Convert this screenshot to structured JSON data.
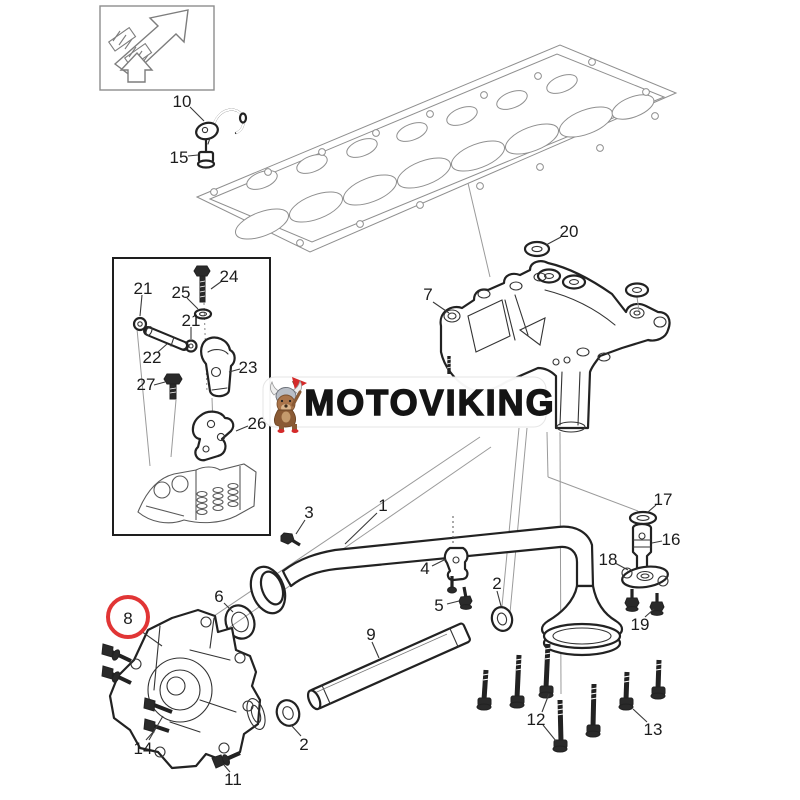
{
  "diagram": {
    "watermark_text": "MOTOVIKING",
    "highlighted_part": "8",
    "callouts": {
      "c1": "1",
      "c2": "2",
      "c3": "3",
      "c4": "4",
      "c5": "5",
      "c6": "6",
      "c7": "7",
      "c8": "8",
      "c9": "9",
      "c10": "10",
      "c11": "11",
      "c12": "12",
      "c13": "13",
      "c14": "14",
      "c15": "15",
      "c16": "16",
      "c17": "17",
      "c18": "18",
      "c19": "19",
      "c20": "20",
      "c21": "21",
      "c22": "22",
      "c23": "23",
      "c24": "24",
      "c25": "25",
      "c26": "26",
      "c27": "27"
    }
  },
  "colors": {
    "highlight_circle": "#e13535",
    "ink": "#202020",
    "light_line": "#9a9a9a",
    "flag_red": "#d42a2a"
  }
}
